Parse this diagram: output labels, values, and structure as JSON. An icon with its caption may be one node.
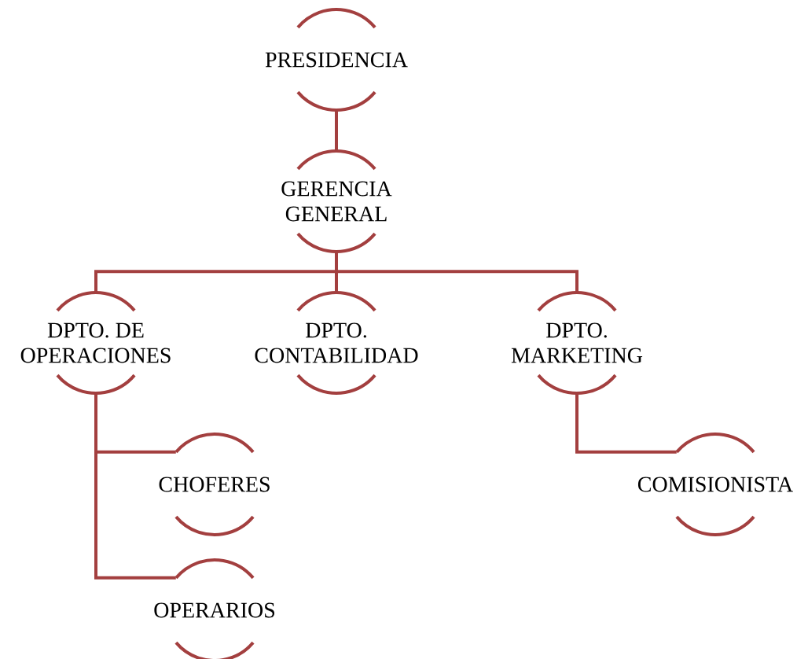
{
  "diagram": {
    "nodes": [
      {
        "text": [
          "PRESIDENCIA"
        ]
      },
      {
        "text": [
          "GERENCIA GENERAL"
        ]
      },
      {
        "text": [
          "DPTO. DE OPERACIONES"
        ]
      },
      {
        "text": [
          "DPTO. CONTABILIDAD"
        ]
      },
      {
        "text": [
          "DPTO. MARKETING"
        ]
      },
      {
        "text": [
          "CHOFERES"
        ]
      },
      {
        "text": [
          "COMISIONISTA"
        ]
      },
      {
        "text": [
          "OPERARIOS"
        ]
      }
    ],
    "edges": [
      {
        "from": 0,
        "to": 1,
        "arrow": "none"
      },
      {
        "from": 1,
        "to": 2,
        "arrow": "none"
      },
      {
        "from": 1,
        "to": 3,
        "arrow": "none"
      },
      {
        "from": 1,
        "to": 4,
        "arrow": "none"
      },
      {
        "from": 2,
        "to": 5,
        "arrow": "none"
      },
      {
        "from": 2,
        "to": 7,
        "arrow": "none"
      },
      {
        "from": 4,
        "to": 6,
        "arrow": "none"
      }
    ]
  }
}
